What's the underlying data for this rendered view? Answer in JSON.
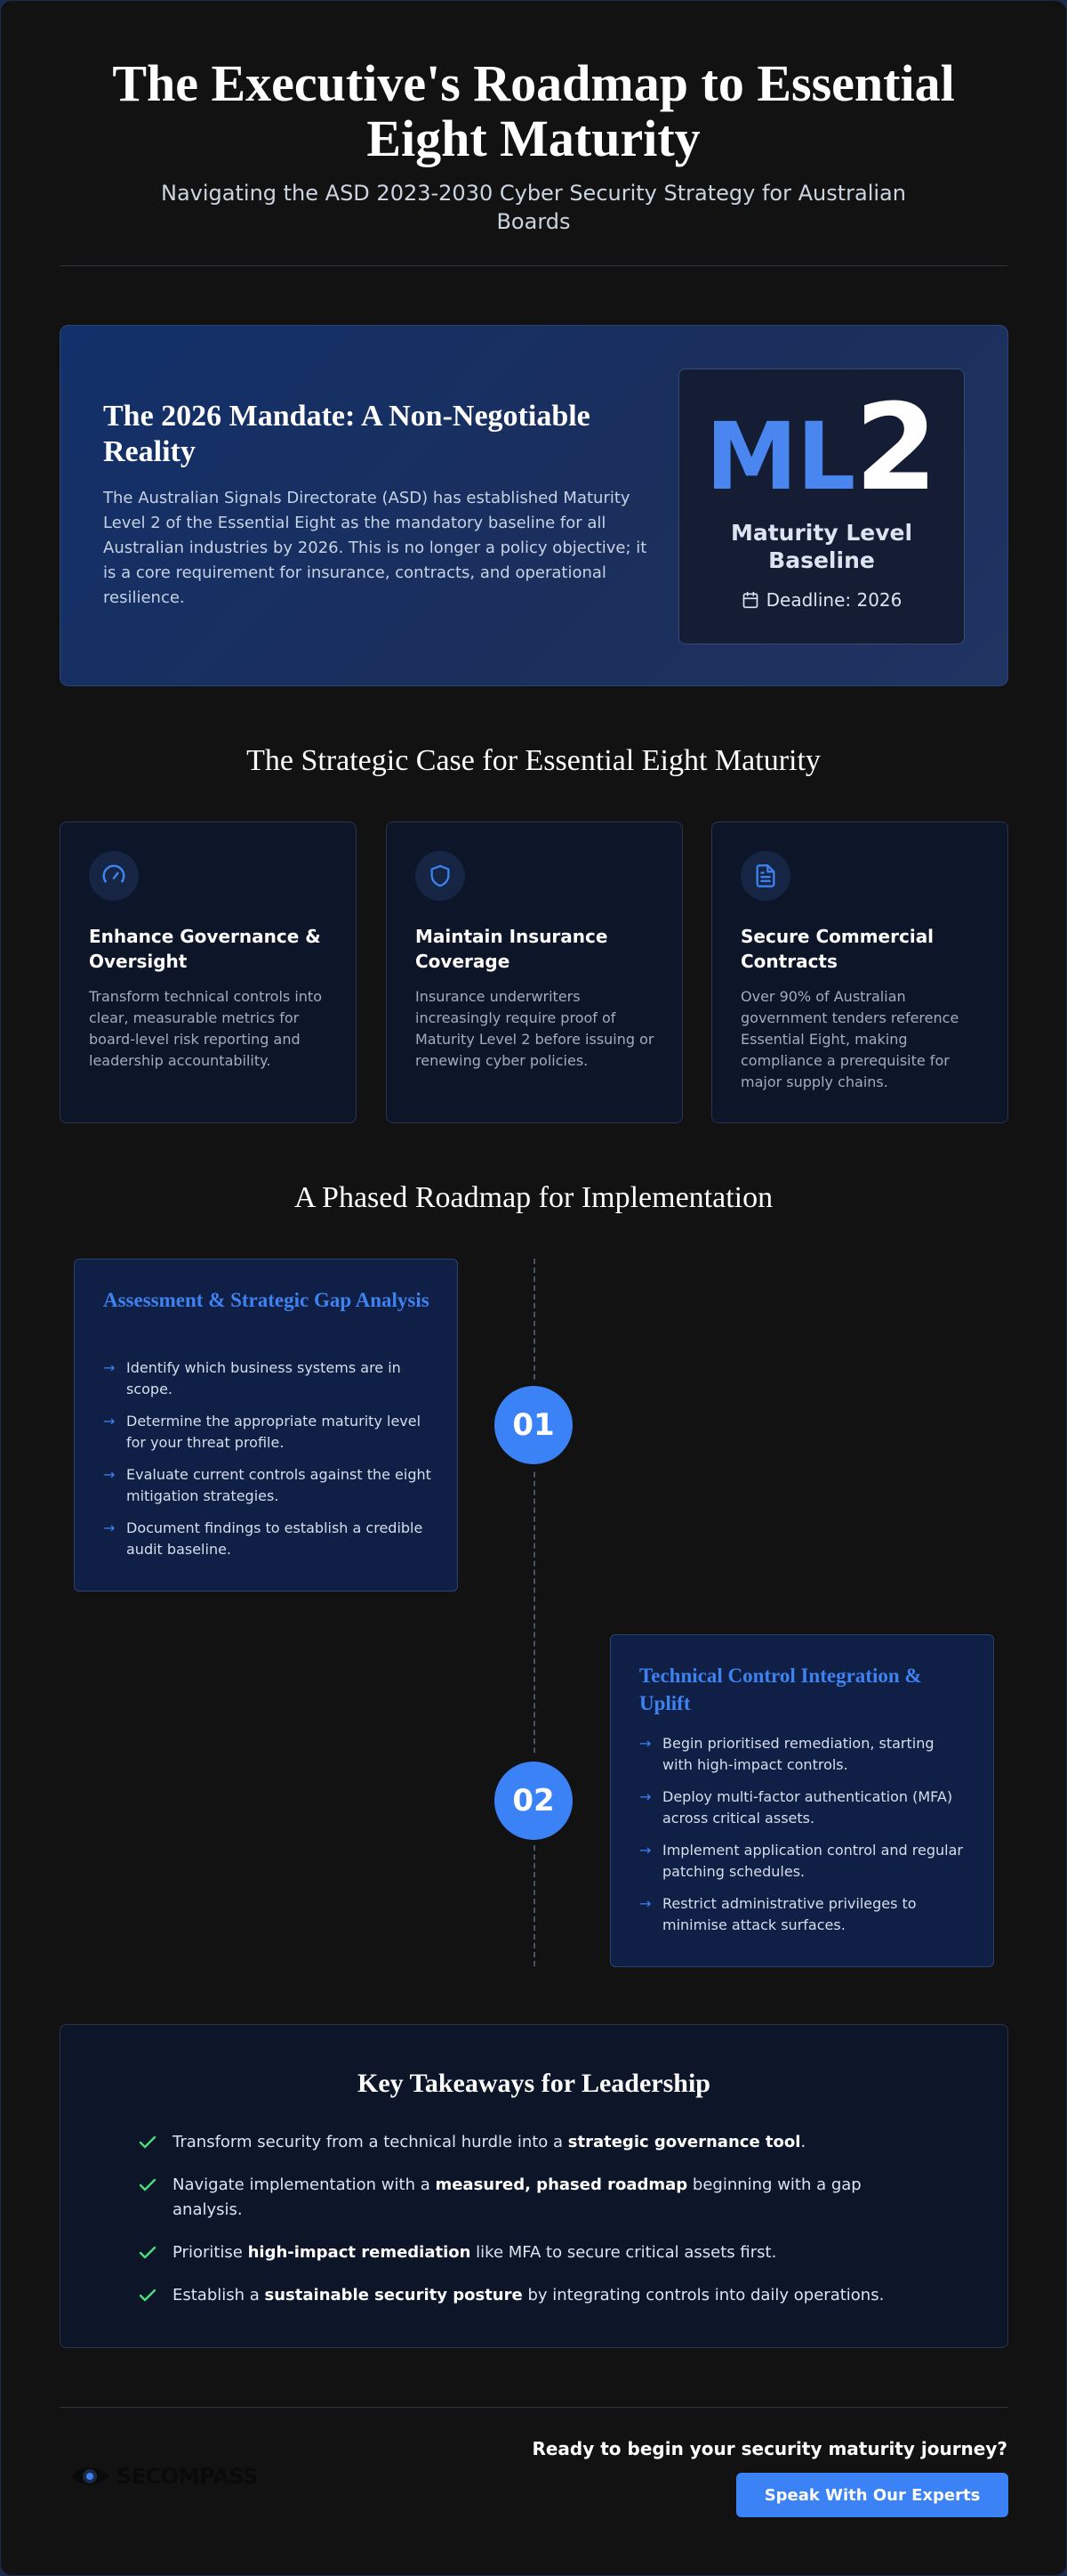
{
  "header": {
    "title": "The Executive's Roadmap to Essential Eight Maturity",
    "subtitle": "Navigating the ASD 2023-2030 Cyber Security Strategy for Australian Boards"
  },
  "mandate": {
    "title": "The 2026 Mandate: A Non-Negotiable Reality",
    "body": "The Australian Signals Directorate (ASD) has established Maturity Level 2 of the Essential Eight as the mandatory baseline for all Australian industries by 2026. This is no longer a policy objective; it is a core requirement for insurance, contracts, and operational resilience.",
    "badge_prefix": "ML",
    "badge_number": "2",
    "badge_label": "Maturity Level Baseline",
    "deadline": "Deadline: 2026"
  },
  "strategic": {
    "heading": "The Strategic Case for Essential Eight Maturity",
    "cards": [
      {
        "icon": "gauge-icon",
        "title": "Enhance Governance & Oversight",
        "text": "Transform technical controls into clear, measurable metrics for board-level risk reporting and leadership accountability."
      },
      {
        "icon": "shield-icon",
        "title": "Maintain Insurance Coverage",
        "text": "Insurance underwriters increasingly require proof of Maturity Level 2 before issuing or renewing cyber policies."
      },
      {
        "icon": "document-icon",
        "title": "Secure Commercial Contracts",
        "text": "Over 90% of Australian government tenders reference Essential Eight, making compliance a prerequisite for major supply chains."
      }
    ]
  },
  "roadmap": {
    "heading": "A Phased Roadmap for Implementation",
    "phases": [
      {
        "number": "01",
        "title": "Assessment & Strategic Gap Analysis",
        "items": [
          "Identify which business systems are in scope.",
          "Determine the appropriate maturity level for your threat profile.",
          "Evaluate current controls against the eight mitigation strategies.",
          "Document findings to establish a credible audit baseline."
        ]
      },
      {
        "number": "02",
        "title": "Technical Control Integration & Uplift",
        "items": [
          "Begin prioritised remediation, starting with high-impact controls.",
          "Deploy multi-factor authentication (MFA) across critical assets.",
          "Implement application control and regular patching schedules.",
          "Restrict administrative privileges to minimise attack surfaces."
        ]
      }
    ]
  },
  "takeaways": {
    "heading": "Key Takeaways for Leadership",
    "items": [
      {
        "pre": "Transform security from a technical hurdle into a ",
        "bold": "strategic governance tool",
        "post": "."
      },
      {
        "pre": "Navigate implementation with a ",
        "bold": "measured, phased roadmap",
        "post": " beginning with a gap analysis."
      },
      {
        "pre": "Prioritise ",
        "bold": "high-impact remediation",
        "post": " like MFA to secure critical assets first."
      },
      {
        "pre": "Establish a ",
        "bold": "sustainable security posture",
        "post": " by integrating controls into daily operations."
      }
    ]
  },
  "footer": {
    "logo_text": "SECOMPASS",
    "cta_question": "Ready to begin your security maturity journey?",
    "cta_button": "Speak With Our Experts"
  },
  "colors": {
    "accent": "#3b82f6",
    "background": "#121212",
    "card": "#0d1628",
    "check": "#4ade80"
  }
}
